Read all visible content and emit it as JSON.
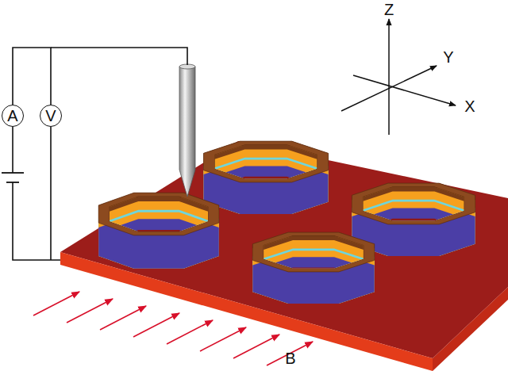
{
  "diagram": {
    "nodes": [
      {
        "text": [
          "A"
        ]
      },
      {
        "text": [
          "V"
        ]
      }
    ],
    "edges": [
      {
        "from": 0,
        "to": 1,
        "arrow": "none"
      }
    ],
    "labels": [
      "Z",
      "Y",
      "X",
      "B"
    ]
  }
}
